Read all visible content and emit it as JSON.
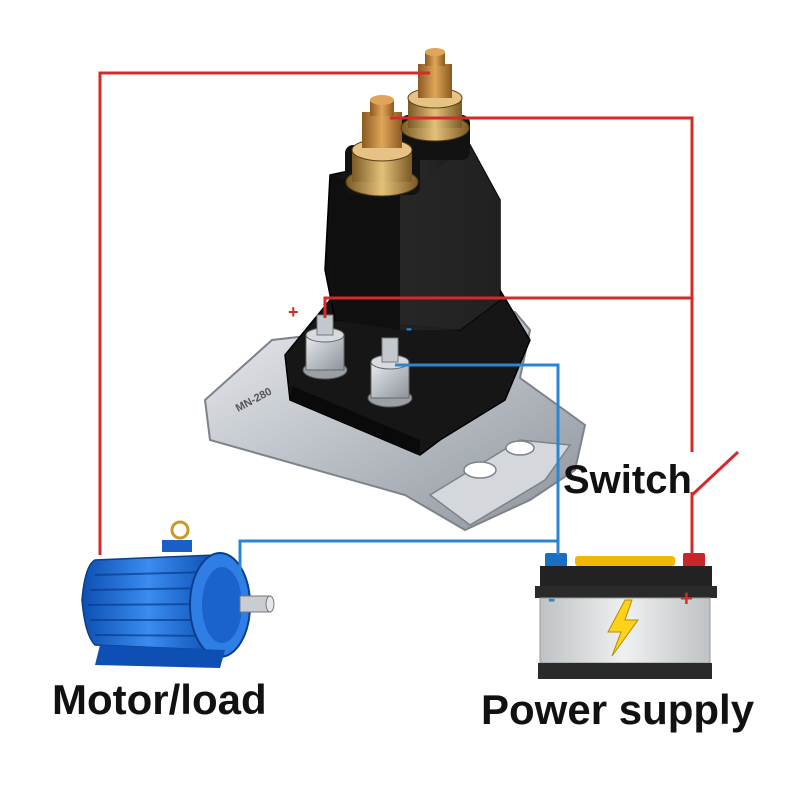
{
  "labels": {
    "switch": "Switch",
    "motor": "Motor/load",
    "power": "Power supply"
  },
  "solenoid": {
    "model": "MN-280",
    "plus": "+",
    "minus": "-"
  },
  "battery": {
    "plus": "+",
    "minus": "-"
  },
  "colors": {
    "positive_wire": "#d42a2a",
    "negative_wire": "#2a86d0",
    "solenoid_body": "#1c1c1c",
    "bracket": "#c8ccd2",
    "copper": "#c88a3c",
    "motor": "#1e6fd8",
    "battery_top": "#222222",
    "battery_band": "#f2b705",
    "bolt": "#ffd21a"
  }
}
